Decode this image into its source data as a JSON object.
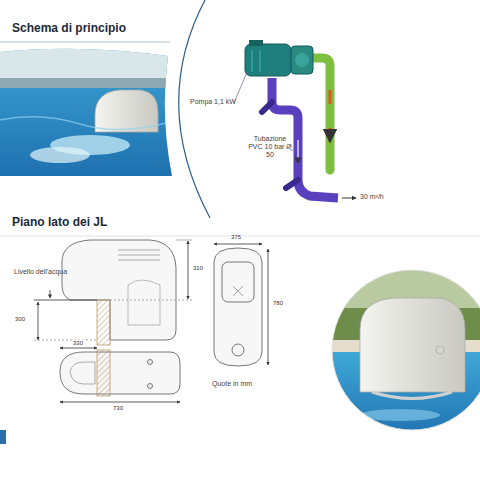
{
  "diagram": {
    "labels": [
      "Schema di principio",
      "Pompa 1,1 kW",
      "Tubazione PVC 10 bar Ø 50",
      "30 m³/h",
      "Piano lato dei JL",
      "Livello dell'acqua",
      "300",
      "310",
      "375",
      "780",
      "330",
      "730",
      "Quote in mm"
    ]
  }
}
